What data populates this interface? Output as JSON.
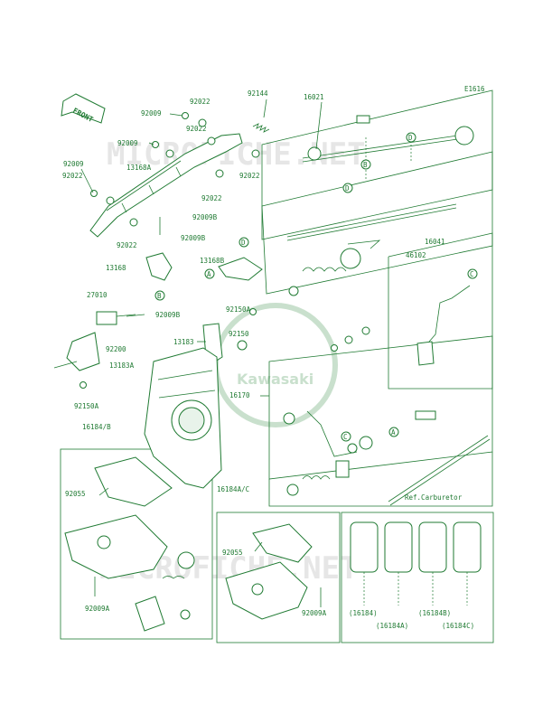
{
  "diagram_code": "E1616",
  "front_arrow": "FRONT",
  "watermark": {
    "text": "MICROFICHE.NET",
    "logo": "Kawasaki"
  },
  "ref_note": "Ref.Carburetor",
  "colors": {
    "line": "#1f7a32",
    "watermark": "#e6e6e6",
    "logo": "#c9e0cd"
  },
  "labels": {
    "l92144": "92144",
    "l16021": "16021",
    "l92022a": "92022",
    "l92009a": "92009",
    "l92022b": "92022",
    "l92009b": "92009",
    "l13168A": "13168A",
    "l92009c": "92009",
    "l92022c": "92022",
    "l92022d": "92022",
    "l92022e": "92022",
    "l92009B1": "92009B",
    "l92022f": "92022",
    "l92009B2": "92009B",
    "l16041": "16041",
    "l13168": "13168",
    "l13168B": "13168B",
    "l46102": "46102",
    "l27010": "27010",
    "l92009B3": "92009B",
    "l92150A1": "92150A",
    "l92200": "92200",
    "l13183": "13183",
    "l92150": "92150",
    "l13183A": "13183A",
    "l16170": "16170",
    "l92150A2": "92150A",
    "l16184B": "16184/B",
    "l92055a": "92055",
    "l16184AC": "16184A/C",
    "l92055b": "92055",
    "l92009A1": "92009A",
    "l92009A2": "92009A",
    "l16184": "(16184)",
    "l16184A": "(16184A)",
    "l16184Bp": "(16184B)",
    "l16184C": "(16184C)"
  },
  "callouts": [
    "A",
    "B",
    "C",
    "D"
  ]
}
